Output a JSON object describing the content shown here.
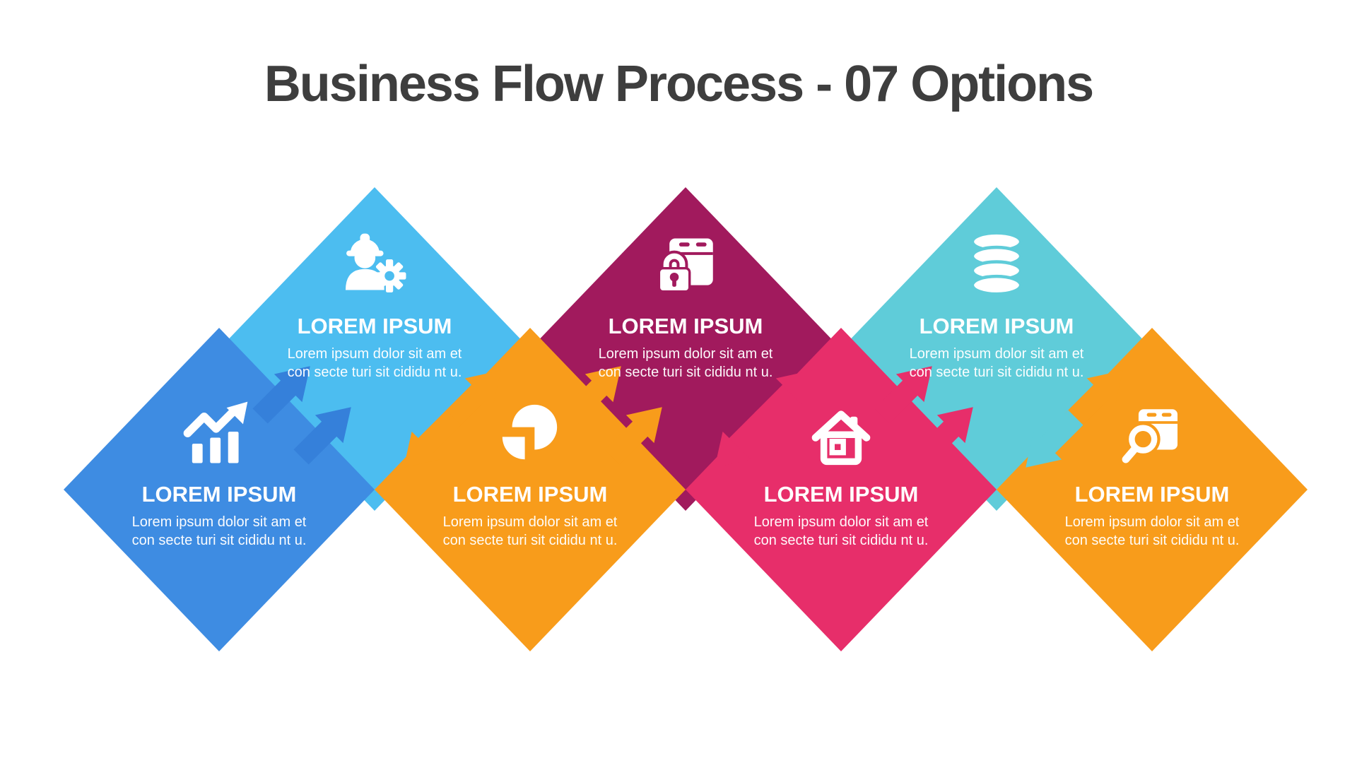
{
  "title": "Business Flow Process - 07 Options",
  "title_color": "#3e3e3e",
  "background": "#ffffff",
  "diamonds": [
    {
      "id": 1,
      "row": "bottom",
      "color": "#3e8ce2",
      "icon": "growth-chart-icon",
      "heading": "LOREM IPSUM",
      "body": "Lorem ipsum dolor sit am et con secte turi sit cididu nt u."
    },
    {
      "id": 2,
      "row": "top",
      "color": "#4cbdf0",
      "icon": "engineer-gear-icon",
      "heading": "LOREM IPSUM",
      "body": "Lorem ipsum dolor sit am et con secte turi sit cididu nt u."
    },
    {
      "id": 3,
      "row": "bottom",
      "color": "#f89c1b",
      "icon": "pie-chart-icon",
      "heading": "LOREM IPSUM",
      "body": "Lorem ipsum dolor sit am et con secte turi sit cididu nt u."
    },
    {
      "id": 4,
      "row": "top",
      "color": "#a11a5d",
      "icon": "secure-box-icon",
      "heading": "LOREM IPSUM",
      "body": "Lorem ipsum dolor sit am et con secte turi sit cididu nt u."
    },
    {
      "id": 5,
      "row": "bottom",
      "color": "#e72e6a",
      "icon": "house-icon",
      "heading": "LOREM IPSUM",
      "body": "Lorem ipsum dolor sit am et con secte turi sit cididu nt u."
    },
    {
      "id": 6,
      "row": "top",
      "color": "#5fccd9",
      "icon": "database-icon",
      "heading": "LOREM IPSUM",
      "body": "Lorem ipsum dolor sit am et con secte turi sit cididu nt u."
    },
    {
      "id": 7,
      "row": "bottom",
      "color": "#f89c1b",
      "icon": "search-box-icon",
      "heading": "LOREM IPSUM",
      "body": "Lorem ipsum dolor sit am et con secte turi sit cididu nt u."
    }
  ],
  "junctions": [
    {
      "between": "1-2",
      "style": "double-up",
      "color_up": "#3580da",
      "color_down": "#3580da"
    },
    {
      "between": "2-3",
      "style": "diverge",
      "color_up": "#f89c1b",
      "color_down": "#f89c1b"
    },
    {
      "between": "3-4",
      "style": "double-up",
      "color_up": "#f89c1b",
      "color_down": "#f89c1b"
    },
    {
      "between": "4-5",
      "style": "diverge",
      "color_up": "#e72e6a",
      "color_down": "#e72e6a"
    },
    {
      "between": "5-6",
      "style": "double-up",
      "color_up": "#e72e6a",
      "color_down": "#e72e6a"
    },
    {
      "between": "6-7",
      "style": "diverge",
      "color_up": "#f89c1b",
      "color_down": "#5fccd9"
    }
  ]
}
